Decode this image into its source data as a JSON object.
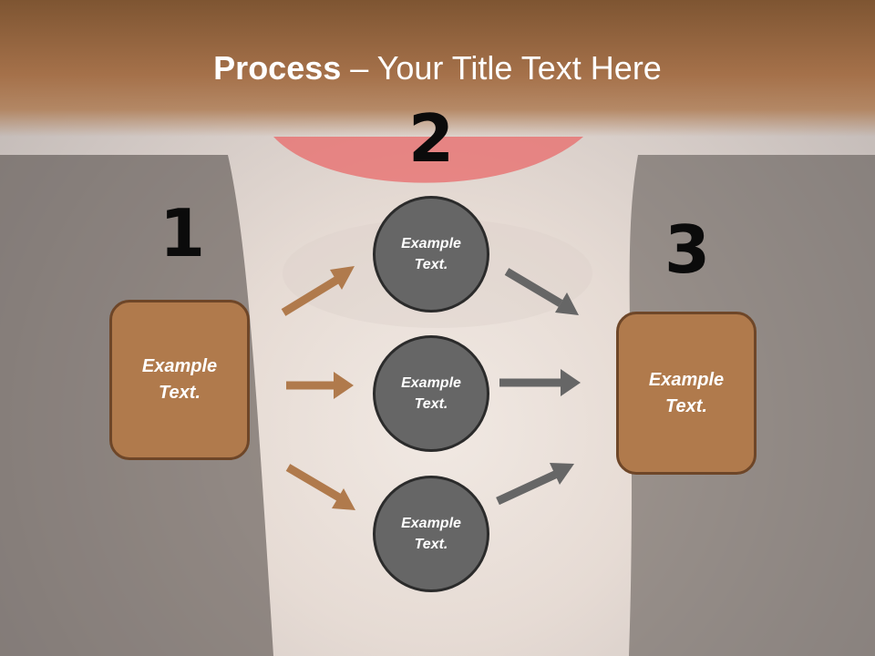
{
  "slide": {
    "title_bold": "Process",
    "title_rest": " – Your Title Text Here"
  },
  "steps": [
    {
      "number": "1",
      "label": "Example\nText."
    },
    {
      "number": "2",
      "labels": [
        "Example\nText.",
        "Example\nText.",
        "Example\nText."
      ]
    },
    {
      "number": "3",
      "label": "Example\nText."
    }
  ],
  "colors": {
    "banner": "#a5714a",
    "box_fill": "#b07a4c",
    "circle_fill": "#666666",
    "arrow_brown": "#b07a4c",
    "arrow_gray": "#666666"
  }
}
